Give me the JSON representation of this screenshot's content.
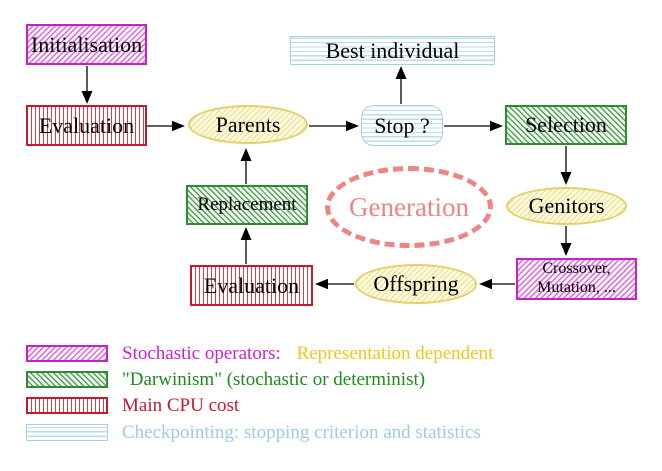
{
  "title": "Evolutionary algorithm generation loop diagram",
  "nodes": {
    "initialisation": {
      "label": "Initialisation"
    },
    "evaluation_top": {
      "label": "Evaluation"
    },
    "best_individual": {
      "label": "Best individual"
    },
    "parents": {
      "label": "Parents"
    },
    "stop": {
      "label": "Stop ?"
    },
    "selection": {
      "label": "Selection"
    },
    "replacement": {
      "label": "Replacement"
    },
    "generation": {
      "label": "Generation"
    },
    "genitors": {
      "label": "Genitors"
    },
    "evaluation_bottom": {
      "label": "Evaluation"
    },
    "offspring": {
      "label": "Offspring"
    },
    "crossover": {
      "line1": "Crossover,",
      "line2": "Mutation, ..."
    }
  },
  "legend": {
    "rows": [
      {
        "name": "stochastic-operators",
        "text_primary": "Stochastic operators:",
        "text_secondary": "Representation dependent"
      },
      {
        "name": "darwinism",
        "text_primary": "\"Darwinism\" (stochastic or determinist)"
      },
      {
        "name": "main-cpu-cost",
        "text_primary": "Main CPU cost"
      },
      {
        "name": "checkpointing",
        "text_primary": "Checkpointing: stopping criterion and statistics"
      }
    ]
  },
  "colors": {
    "magenta": "#c820c8",
    "green": "#2e8b2e",
    "red": "#c21b2c",
    "cyan_border": "#a5d1e1",
    "cyan_text": "#9ccbe8",
    "yellow_border": "#e4cf6b",
    "salmon": "#ee8585",
    "gold_text": "#f2c71b",
    "arrow": "#000000"
  }
}
